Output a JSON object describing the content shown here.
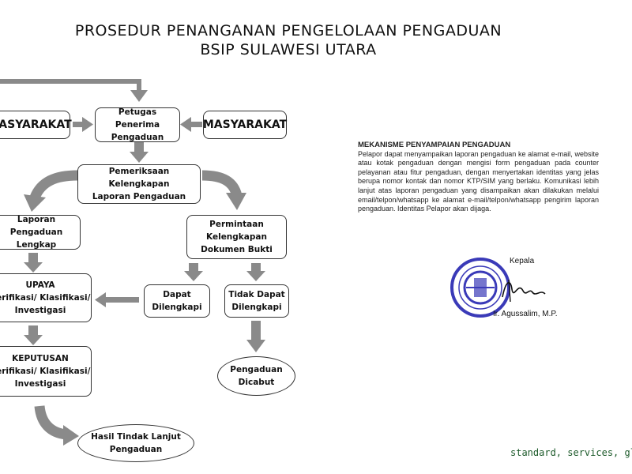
{
  "header": {
    "title_line1": "PROSEDUR PENANGANAN PENGELOLAAN PENGADUAN",
    "title_line2": "BSIP SULAWESI UTARA"
  },
  "flow": {
    "masyarakat_left": "MASYARAKAT",
    "masyarakat_right": "MASYARAKAT",
    "petugas": "Petugas Penerima\nPengaduan",
    "pemeriksaan": "Pemeriksaan Kelengkapan\nLaporan Pengaduan",
    "laporan_lengkap": "Laporan Pengaduan\nLengkap",
    "permintaan": "Permintaan\nKelengkapan\nDokumen Bukti",
    "upaya": "UPAYA\nVerifikasi/ Klasifikasi/\nInvestigasi",
    "dapat": "Dapat\nDilengkapi",
    "tidak_dapat": "Tidak Dapat\nDilengkapi",
    "keputusan": "KEPUTUSAN\nVerifikasi/ Klasifikasi/\nInvestigasi",
    "dicabut": "Pengaduan\nDicabut",
    "hasil": "Hasil Tindak Lanjut\nPengaduan"
  },
  "mechanism": {
    "title": "MEKANISME PENYAMPAIAN PENGADUAN",
    "body": "Pelapor dapat menyampaikan laporan pengaduan ke alamat e-mail, website atau kotak pengaduan dengan mengisi form pengaduan pada counter pelayanan atau fitur pengaduan, dengan menyertakan identitas yang jelas berupa nomor kontak dan nomor KTP/SIM yang berlaku. Komunikasi lebih lanjut atas laporan pengaduan yang disampaikan akan dilakukan melalui email/telpon/whatsapp ke alamat e-mail/telpon/whatsapp pengirim laporan pengaduan. Identitas Pelapor akan dijaga."
  },
  "signature": {
    "role": "Kepala",
    "name": "Ir. Agussalim, M.P."
  },
  "footer": {
    "tagline": "standard, services, globa"
  },
  "colors": {
    "arrow_gray": "#8a8a8a",
    "stamp_blue": "#3a3ab8",
    "tagline_green": "#1c5a2a"
  }
}
